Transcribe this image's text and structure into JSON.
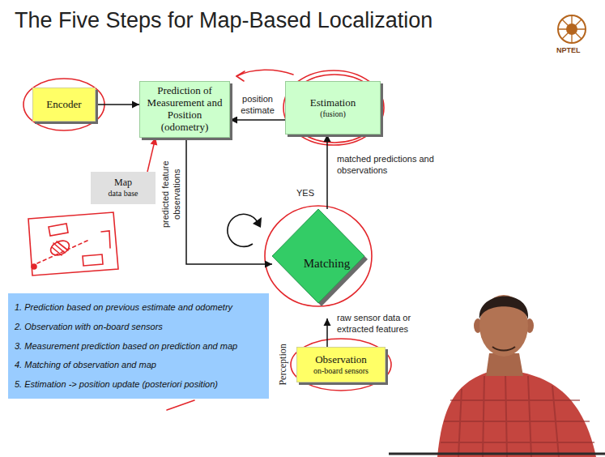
{
  "diagram": {
    "title": "The Five Steps for Map-Based Localization",
    "nodes": [
      {
        "text": [
          "Encoder"
        ]
      },
      {
        "text": [
          "Prediction of Measurement and Position (odometry)"
        ]
      },
      {
        "text": [
          "Estimation",
          "(fusion)"
        ]
      },
      {
        "text": [
          "Map",
          "data base"
        ]
      },
      {
        "text": [
          "Matching"
        ]
      },
      {
        "text": [
          "Observation",
          "on-board sensors"
        ]
      },
      {
        "text": [
          "1. Prediction based on previous estimate and odometry",
          "2. Observation with on-board sensors",
          "3. Measurement prediction based on prediction and map",
          "4. Matching of observation and map",
          "5. Estimation -> position update (posteriori position)"
        ]
      }
    ],
    "edges": [
      {
        "from": 0,
        "to": 1,
        "arrow": "to"
      },
      {
        "from": 2,
        "to": 1,
        "label": "position estimate",
        "arrow": "to"
      },
      {
        "from": 3,
        "to": 1,
        "arrow": "to"
      },
      {
        "from": 1,
        "to": 4,
        "label": "predicted feature observations",
        "arrow": "to"
      },
      {
        "from": 5,
        "to": 4,
        "label": "raw sensor data or extracted features",
        "arrow": "to"
      },
      {
        "from": 4,
        "to": 2,
        "label": "matched predictions and observations",
        "arrow": "to"
      }
    ],
    "labels": [
      "YES",
      "Perception",
      "NPTEL"
    ]
  }
}
